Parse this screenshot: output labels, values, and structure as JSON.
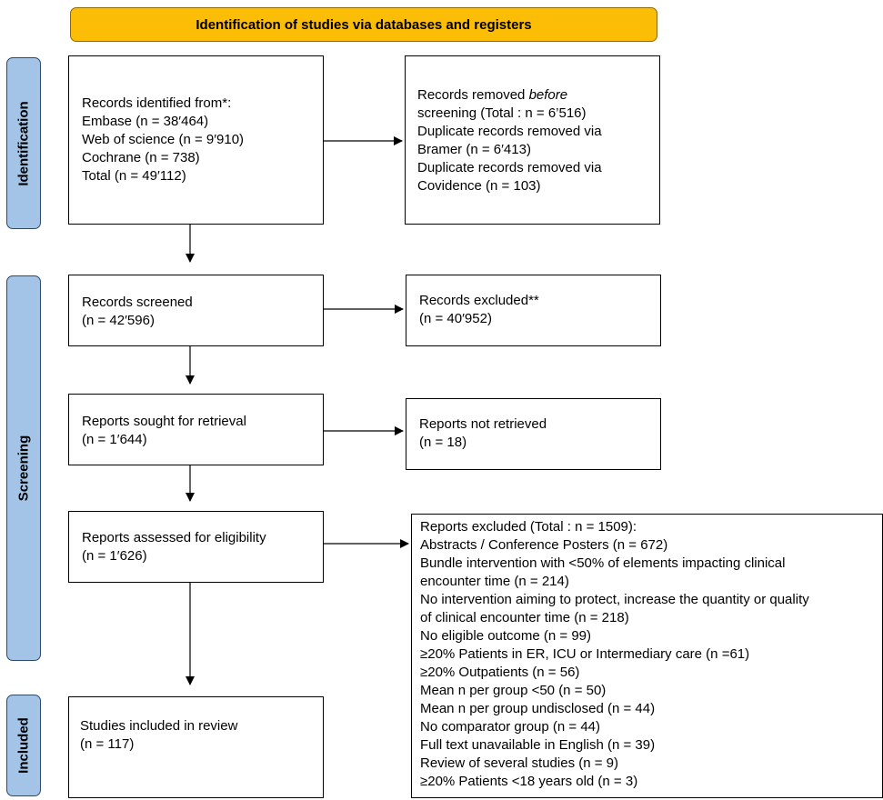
{
  "header": {
    "title": "Identification of studies via databases and registers"
  },
  "phases": {
    "identification": "Identification",
    "screening": "Screening",
    "included": "Included"
  },
  "boxes": {
    "records_identified": [
      "Records identified from*:",
      "Embase (n = 38′464)",
      "Web of science (n = 9′910)",
      "Cochrane (n = 738)",
      "Total (n = 49′112)"
    ],
    "records_removed": {
      "prefix": "Records removed ",
      "emphasis": "before",
      "lines": [
        "screening (Total : n = 6’516)",
        "Duplicate records removed via",
        "Bramer (n = 6′413)",
        "Duplicate records removed via",
        "Covidence (n = 103)"
      ]
    },
    "records_screened": [
      "Records screened",
      "(n = 42′596)"
    ],
    "records_excluded": [
      "Records excluded**",
      "(n = 40′952)"
    ],
    "reports_sought": [
      "Reports sought for retrieval",
      "(n = 1′644)"
    ],
    "reports_not_retrieved": [
      "Reports not retrieved",
      "(n = 18)"
    ],
    "reports_assessed": [
      "Reports assessed for eligibility",
      "(n = 1′626)"
    ],
    "reports_excluded": [
      "Reports excluded (Total : n = 1509):",
      "Abstracts / Conference Posters (n = 672)",
      "Bundle intervention with <50% of elements impacting clinical",
      "encounter time (n = 214)",
      "No intervention aiming to protect, increase the quantity or quality",
      "of clinical encounter time (n = 218)",
      "No eligible outcome (n = 99)",
      "≥20% Patients in ER, ICU or Intermediary care (n =61)",
      "≥20% Outpatients (n = 56)",
      "Mean n per group <50 (n = 50)",
      "Mean n per group undisclosed (n = 44)",
      "No comparator group (n = 44)",
      "Full text unavailable in English (n = 39)",
      "Review of several studies (n = 9)",
      "≥20% Patients <18 years old (n = 3)"
    ],
    "studies_included": [
      "Studies included in review",
      "(n = 117)"
    ]
  },
  "colors": {
    "header_fill": "#fbbd05",
    "phase_fill": "#a3c4e6"
  }
}
